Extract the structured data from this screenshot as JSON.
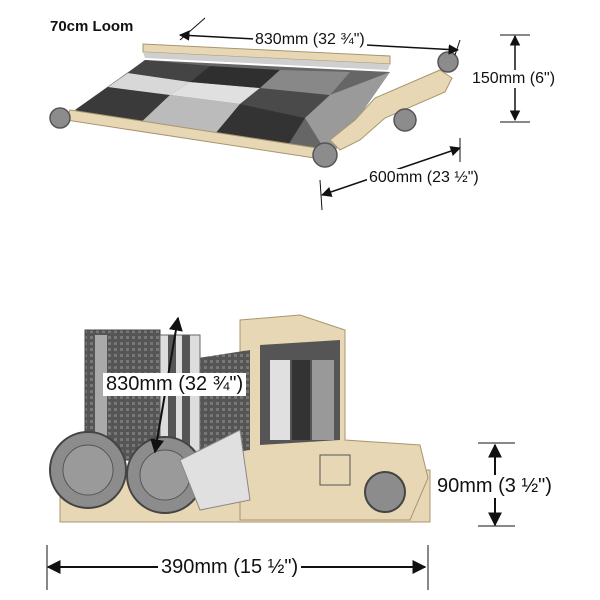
{
  "title": "70cm Loom",
  "top_view": {
    "width_label": "830mm (32 ¾\")",
    "height_label": "150mm (6\")",
    "depth_label": "600mm (23 ½\")"
  },
  "bottom_view": {
    "weaving_width_label": "830mm (32 ¾\")",
    "height_label": "90mm (3 ½\")",
    "depth_label": "390mm (15 ½\")"
  },
  "colors": {
    "wood": "#e8d7b4",
    "wood_dark": "#c9b48c",
    "dark_stripe": "#3a3a3a",
    "mid_stripe": "#7a7a7a",
    "light_stripe": "#d8d8d8",
    "knob": "#8c8c8c"
  }
}
